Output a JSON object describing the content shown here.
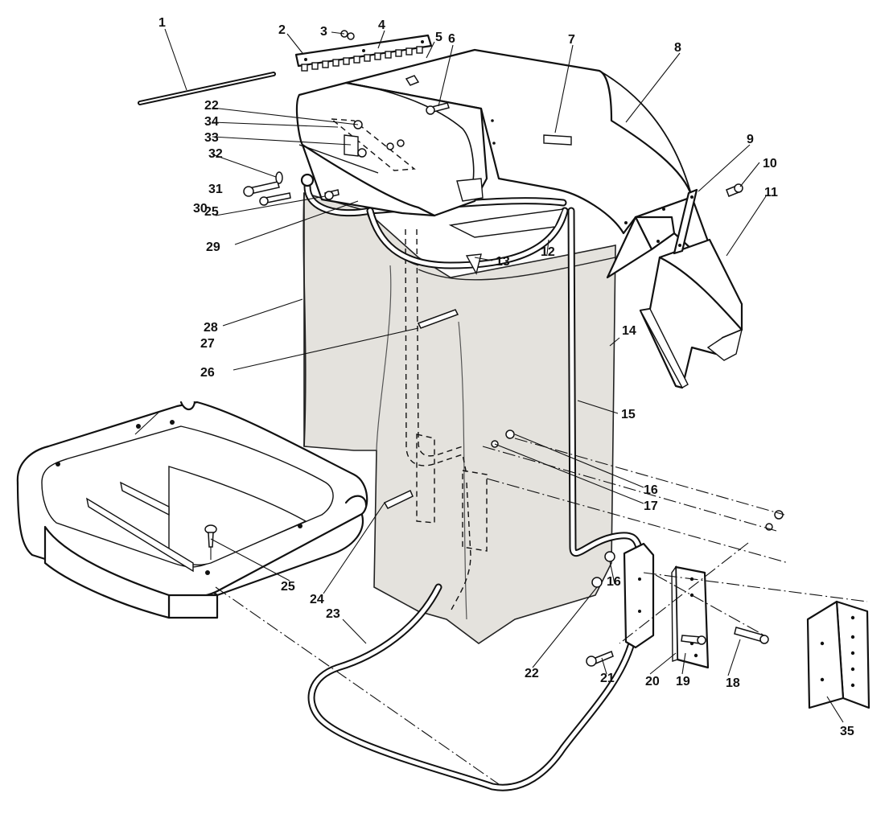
{
  "callouts": [
    {
      "id": "c1",
      "text": "1"
    },
    {
      "id": "c2",
      "text": "2"
    },
    {
      "id": "c3",
      "text": "3"
    },
    {
      "id": "c4",
      "text": "4"
    },
    {
      "id": "c5",
      "text": "5"
    },
    {
      "id": "c6",
      "text": "6"
    },
    {
      "id": "c7",
      "text": "7"
    },
    {
      "id": "c8",
      "text": "8"
    },
    {
      "id": "c9",
      "text": "9"
    },
    {
      "id": "c10",
      "text": "10"
    },
    {
      "id": "c11",
      "text": "11"
    },
    {
      "id": "c12",
      "text": "12"
    },
    {
      "id": "c13",
      "text": "13"
    },
    {
      "id": "c14",
      "text": "14"
    },
    {
      "id": "c15",
      "text": "15"
    },
    {
      "id": "c16a",
      "text": "16"
    },
    {
      "id": "c16b",
      "text": "16"
    },
    {
      "id": "c17",
      "text": "17"
    },
    {
      "id": "c18",
      "text": "18"
    },
    {
      "id": "c19",
      "text": "19"
    },
    {
      "id": "c20",
      "text": "20"
    },
    {
      "id": "c21",
      "text": "21"
    },
    {
      "id": "c22a",
      "text": "22"
    },
    {
      "id": "c22b",
      "text": "22"
    },
    {
      "id": "c23",
      "text": "23"
    },
    {
      "id": "c24",
      "text": "24"
    },
    {
      "id": "c25a",
      "text": "25"
    },
    {
      "id": "c25b",
      "text": "25"
    },
    {
      "id": "c26",
      "text": "26"
    },
    {
      "id": "c27",
      "text": "27"
    },
    {
      "id": "c28",
      "text": "28"
    },
    {
      "id": "c29",
      "text": "29"
    },
    {
      "id": "c30",
      "text": "30"
    },
    {
      "id": "c31",
      "text": "31"
    },
    {
      "id": "c32",
      "text": "32"
    },
    {
      "id": "c33",
      "text": "33"
    },
    {
      "id": "c34",
      "text": "34"
    },
    {
      "id": "c35",
      "text": "35"
    }
  ]
}
